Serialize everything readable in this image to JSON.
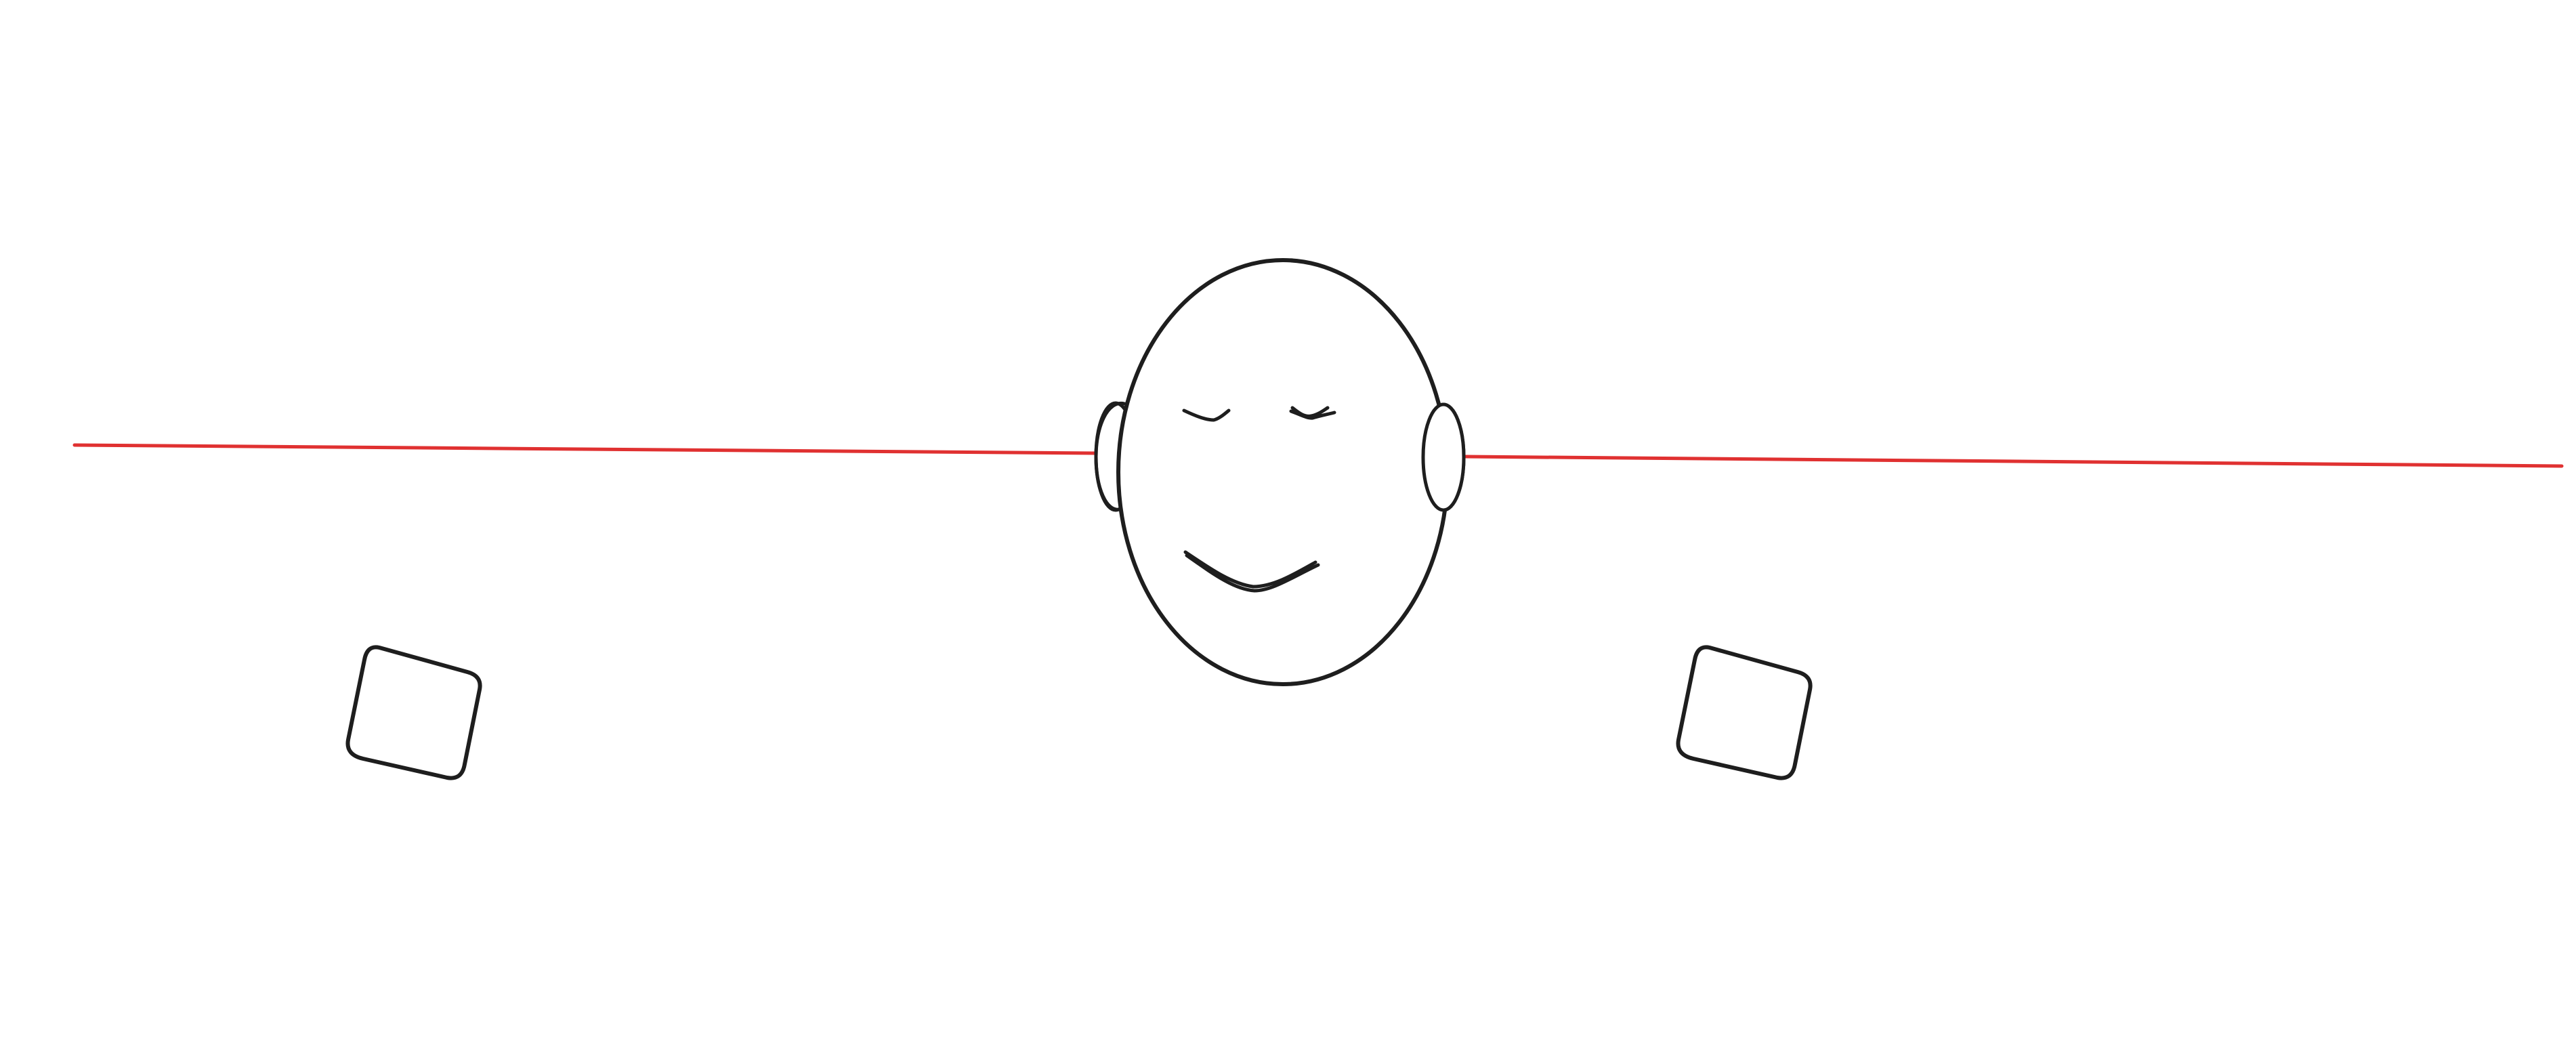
{
  "canvas": {
    "background": "#ffffff"
  },
  "colors": {
    "stroke": "#1e1e1e",
    "line": "#e03131"
  },
  "elements": {
    "head": "face-outline",
    "ears": [
      "left-ear",
      "right-ear"
    ],
    "eyes": [
      "left-eye",
      "right-eye"
    ],
    "mouth": "smile",
    "lines": [
      "left-line",
      "right-line"
    ],
    "boxes": [
      "left-box",
      "right-box"
    ]
  }
}
